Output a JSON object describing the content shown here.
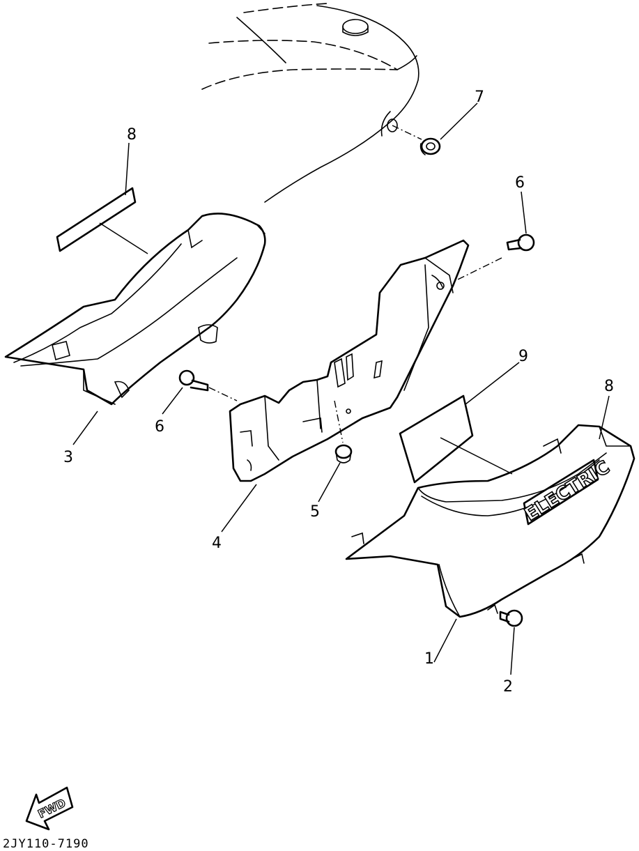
{
  "callouts": [
    {
      "id": "c1",
      "text": "1"
    },
    {
      "id": "c2",
      "text": "2"
    },
    {
      "id": "c3",
      "text": "3"
    },
    {
      "id": "c4",
      "text": "4"
    },
    {
      "id": "c5",
      "text": "5"
    },
    {
      "id": "c6a",
      "text": "6"
    },
    {
      "id": "c6b",
      "text": "6"
    },
    {
      "id": "c7",
      "text": "7"
    },
    {
      "id": "c8a",
      "text": "8"
    },
    {
      "id": "c8b",
      "text": "8"
    },
    {
      "id": "c9",
      "text": "9"
    }
  ],
  "emblem_text": "ELECTRIC",
  "fwd_label": "FWD",
  "diagram_code": "2JY110-7190"
}
